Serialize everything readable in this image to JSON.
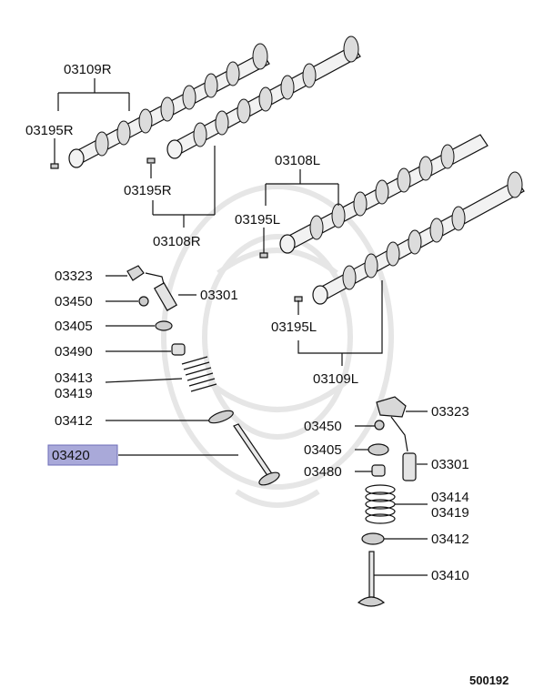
{
  "diagram_id": "500192",
  "highlighted_part": "03420",
  "callouts": [
    {
      "label": "03109R"
    },
    {
      "label": "03195R"
    },
    {
      "label": "03195R"
    },
    {
      "label": "03108R"
    },
    {
      "label": "03108L"
    },
    {
      "label": "03195L"
    },
    {
      "label": "03195L"
    },
    {
      "label": "03109L"
    },
    {
      "label": "03323"
    },
    {
      "label": "03450"
    },
    {
      "label": "03301"
    },
    {
      "label": "03405"
    },
    {
      "label": "03490"
    },
    {
      "label": "03413"
    },
    {
      "label": "03419"
    },
    {
      "label": "03412"
    },
    {
      "label": "03420"
    },
    {
      "label": "03323"
    },
    {
      "label": "03450"
    },
    {
      "label": "03405"
    },
    {
      "label": "03301"
    },
    {
      "label": "03480"
    },
    {
      "label": "03414"
    },
    {
      "label": "03419"
    },
    {
      "label": "03412"
    },
    {
      "label": "03410"
    }
  ],
  "colors": {
    "highlight": "#a9a9d9",
    "line": "#111111",
    "watermark": "#e6e6e6"
  }
}
